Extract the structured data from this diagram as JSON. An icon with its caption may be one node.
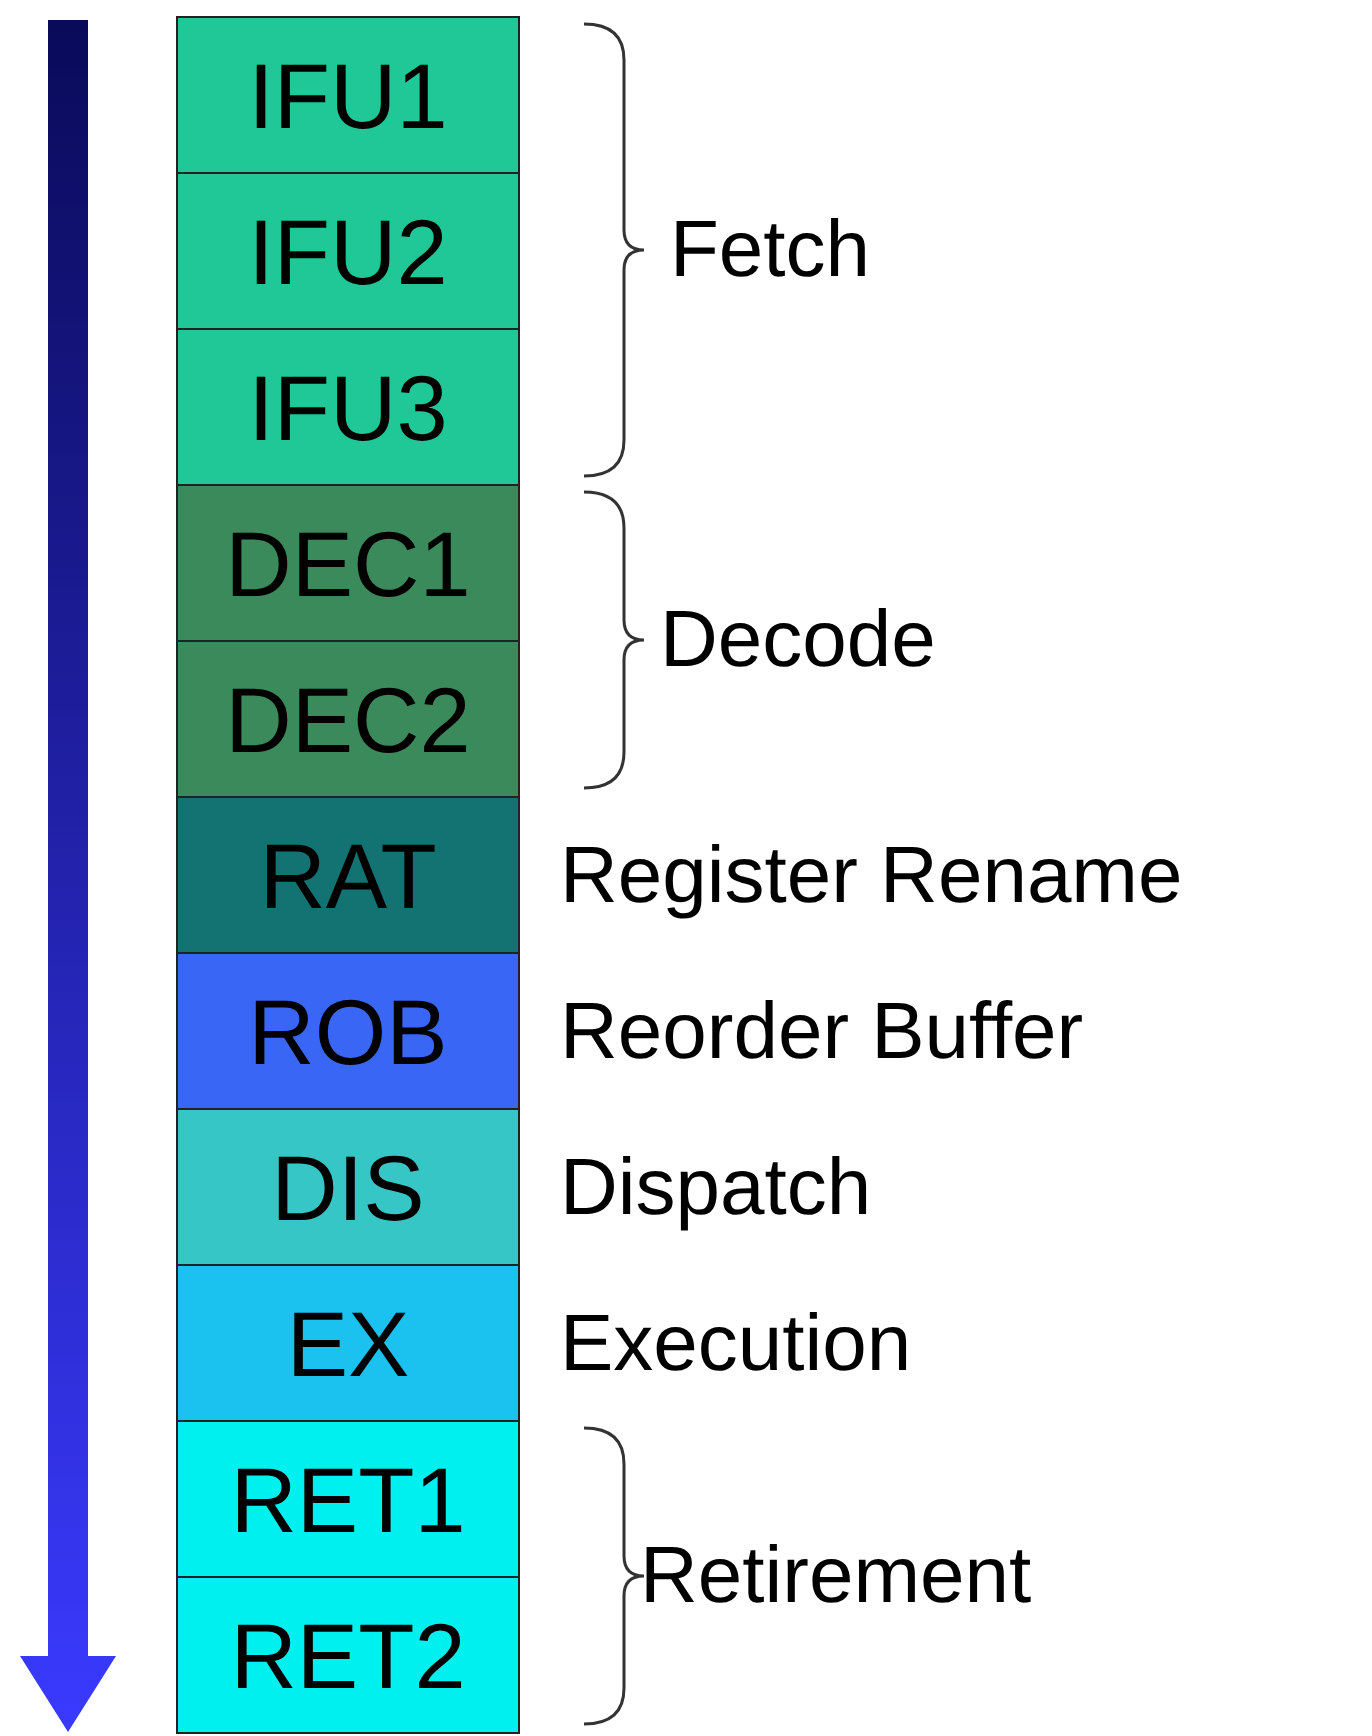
{
  "diagram": {
    "nodes": [
      {
        "text": [
          "IFU1"
        ]
      },
      {
        "text": [
          "IFU2"
        ]
      },
      {
        "text": [
          "IFU3"
        ]
      },
      {
        "text": [
          "DEC1"
        ]
      },
      {
        "text": [
          "DEC2"
        ]
      },
      {
        "text": [
          "RAT"
        ],
        "beside": [
          "Register Rename"
        ]
      },
      {
        "text": [
          "ROB"
        ],
        "beside": [
          "Reorder Buffer"
        ]
      },
      {
        "text": [
          "DIS"
        ],
        "beside": [
          "Dispatch"
        ]
      },
      {
        "text": [
          "EX"
        ],
        "beside": [
          "Execution"
        ]
      },
      {
        "text": [
          "RET1"
        ]
      },
      {
        "text": [
          "RET2"
        ]
      }
    ],
    "labels": [
      "Fetch",
      "Decode",
      "Retirement"
    ]
  }
}
